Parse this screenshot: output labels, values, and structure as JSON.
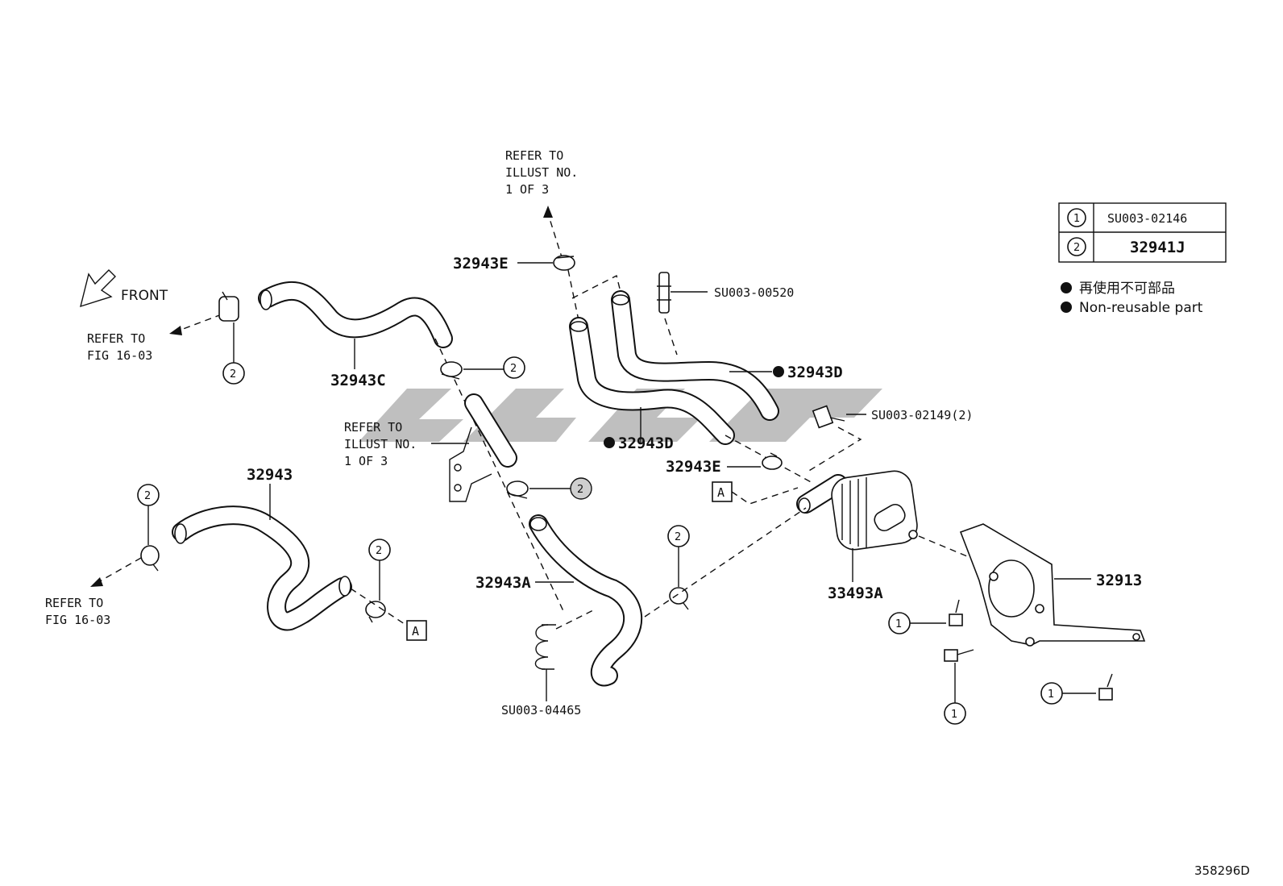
{
  "legend": {
    "rows": [
      {
        "key": "1",
        "value": "SU003-02146"
      },
      {
        "key": "2",
        "value": "32941J"
      }
    ],
    "note_jp": "再使用不可部品",
    "note_en": "Non-reusable part"
  },
  "front_label": "FRONT",
  "refer_top": [
    "REFER TO",
    "ILLUST NO.",
    "1 OF 3"
  ],
  "refer_mid": [
    "REFER TO",
    "ILLUST NO.",
    "1 OF 3"
  ],
  "refer_fig_upper": [
    "REFER TO",
    "FIG 16-03"
  ],
  "refer_fig_lower": [
    "REFER TO",
    "FIG 16-03"
  ],
  "parts": {
    "p32943E_top": "32943E",
    "p32943C": "32943C",
    "pSU00520": "SU003-00520",
    "p32943D_upper": "32943D",
    "pSU02149": "SU003-02149(2)",
    "p32943D_lower": "32943D",
    "p32943E_mid": "32943E",
    "p32943": "32943",
    "p32943A": "32943A",
    "p33493A": "33493A",
    "p32913": "32913",
    "pSU04465": "SU003-04465"
  },
  "callouts": {
    "one": "1",
    "two": "2"
  },
  "box_a": "A",
  "figure_id": "358296D"
}
